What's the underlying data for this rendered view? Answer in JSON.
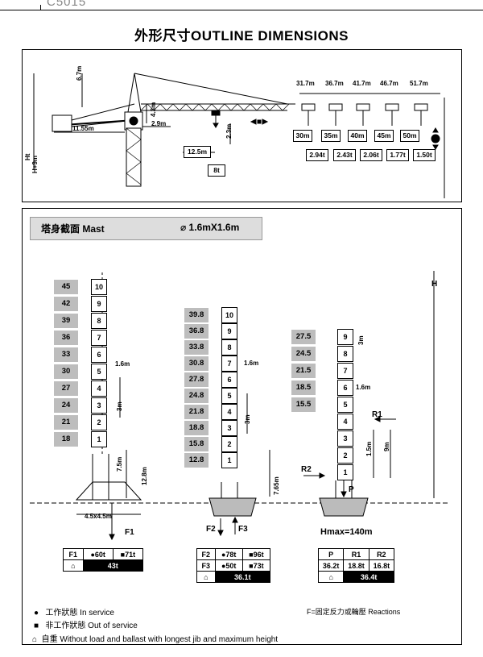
{
  "header": {
    "model": "C5015"
  },
  "title": "外形尺寸OUTLINE DIMENSIONS",
  "top": {
    "jib_len": "11.55m",
    "counter_h": "6.7m",
    "cab_w": "2.9m",
    "cab_h": "4.3m",
    "hook_h": "2.3m",
    "ballast_pos": "12.5m",
    "ballast_wt": "8t",
    "ht_label": "Ht",
    "h9_label": "H+9m",
    "lengths": [
      "31.7m",
      "36.7m",
      "41.7m",
      "46.7m",
      "51.7m"
    ],
    "radii": [
      "30m",
      "35m",
      "40m",
      "45m",
      "50m"
    ],
    "tips": [
      "2.94t",
      "2.43t",
      "2.06t",
      "1.77t",
      "1.50t"
    ]
  },
  "mast": {
    "label": "塔身截面  Mast",
    "size": "⌀  1.6mX1.6m",
    "h_label": "H",
    "col1": {
      "heights": [
        "45",
        "42",
        "39",
        "36",
        "33",
        "30",
        "27",
        "24",
        "21",
        "18"
      ],
      "sections": [
        "10",
        "9",
        "8",
        "7",
        "6",
        "5",
        "4",
        "3",
        "2",
        "1"
      ],
      "sec_w": "1.6m",
      "sec_h": "3m",
      "top_h": "7.5m",
      "base_h": "12.8m",
      "base": "4.5x4.5m",
      "force": "F1"
    },
    "col2": {
      "heights": [
        "39.8",
        "36.8",
        "33.8",
        "30.8",
        "27.8",
        "24.8",
        "21.8",
        "18.8",
        "15.8",
        "12.8"
      ],
      "sections": [
        "10",
        "9",
        "8",
        "7",
        "6",
        "5",
        "4",
        "3",
        "2",
        "1"
      ],
      "sec_w": "1.6m",
      "sec_h": "3m",
      "base_h": "7.65m",
      "force_a": "F2",
      "force_b": "F3"
    },
    "col3": {
      "heights": [
        "27.5",
        "24.5",
        "21.5",
        "18.5",
        "15.5"
      ],
      "sections": [
        "9",
        "8",
        "7",
        "6",
        "5",
        "4",
        "3",
        "2",
        "1"
      ],
      "sec_w": "1.6m",
      "sec_h": "3m",
      "sub_a": "1.5m",
      "sub_b": "9m",
      "r1": "R1",
      "r2": "R2",
      "p": "P",
      "hmax": "Hmax=140m"
    }
  },
  "tables": {
    "t1": {
      "col": "F1",
      "in": "●60t",
      "out": "■71t",
      "self": "43t"
    },
    "t2": {
      "r1c1": "F2",
      "r1in": "●78t",
      "r1out": "■96t",
      "r2c1": "F3",
      "r2in": "●50t",
      "r2out": "■73t",
      "self": "36.1t"
    },
    "t3": {
      "h1": "P",
      "h2": "R1",
      "h3": "R2",
      "v1": "36.2t",
      "v2": "18.8t",
      "v3": "16.8t",
      "self": "36.4t"
    }
  },
  "legend": {
    "in": "工作狀態  In service",
    "out": "非工作狀態   Out of service",
    "self": "自重  Without load and ballast with longest jib and maximum height",
    "reactions": "F=固定反力或輪壓  Reactions"
  }
}
